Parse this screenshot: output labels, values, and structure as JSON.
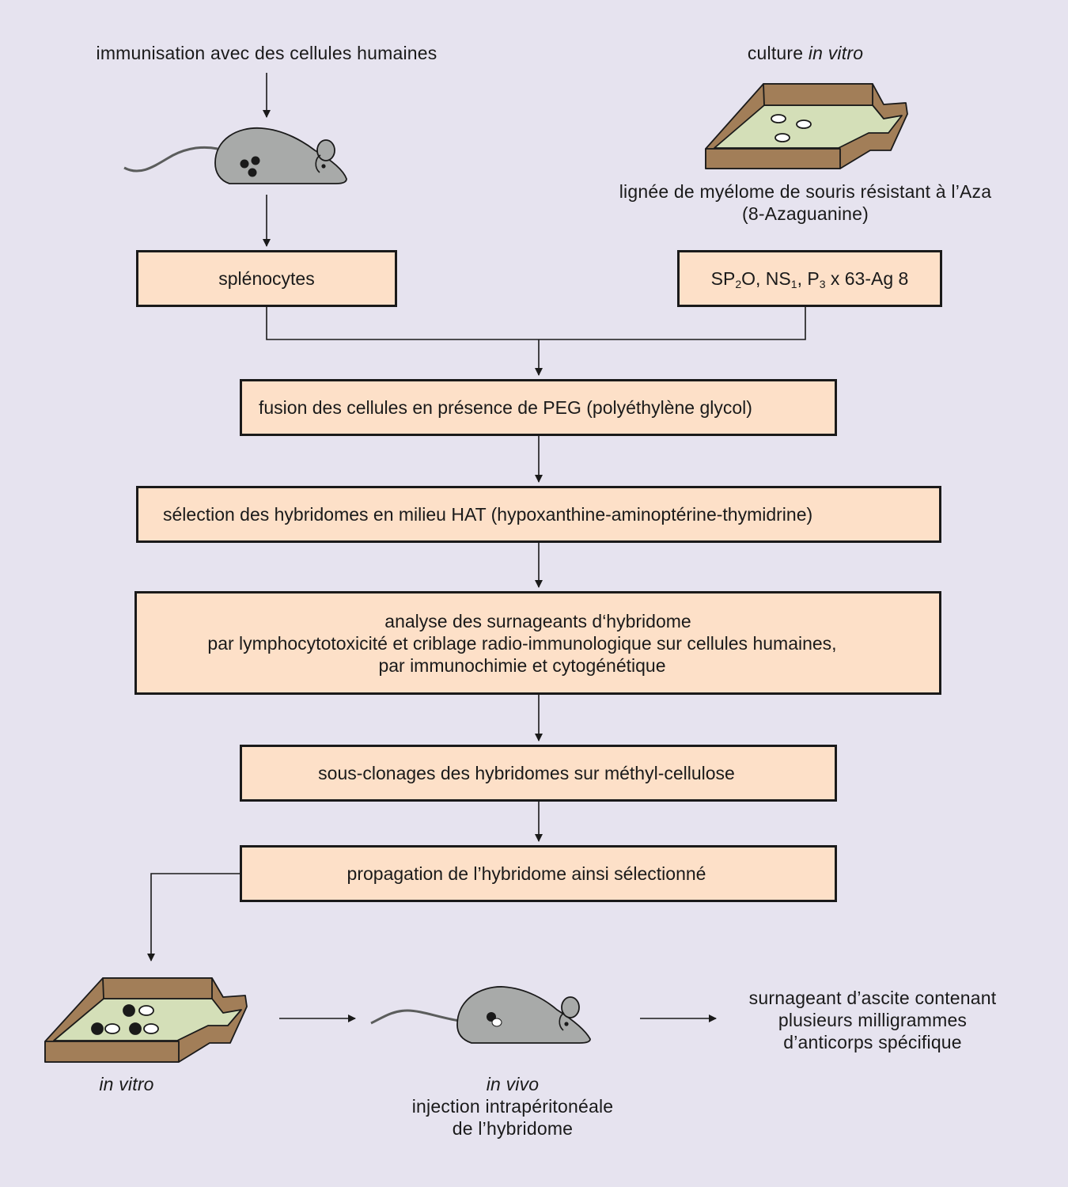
{
  "top_left": {
    "text": "immunisation avec des cellules humaines"
  },
  "top_right": {
    "prefix": "culture ",
    "italic": "in vitro"
  },
  "myeloma": {
    "line1": "lignée de myélome de souris résistant à l’Aza",
    "line2": "(8-Azaguanine)"
  },
  "boxes": {
    "splenocytes": "splénocytes",
    "cell_lines": {
      "sp": "SP",
      "sp_sub": "2",
      "sp_rest": "O, NS",
      "ns_sub": "1",
      "p": ", P",
      "p_sub": "3",
      "rest": " x 63-Ag 8"
    },
    "fusion": "fusion des cellules en présence de PEG (polyéthylène glycol)",
    "selection": "sélection des hybridomes en milieu HAT (hypoxanthine-aminoptérine-thymidrine)",
    "analysis": {
      "line1": "analyse des  surnageants d‘hybridome",
      "line2": "par lymphocytotoxicité et criblage radio-immunologique sur cellules humaines,",
      "line3": "par immunochimie et cytogénétique"
    },
    "subcloning": "sous-clonages des hybridomes sur méthyl-cellulose",
    "propagation": "propagation de l’hybridome ainsi sélectionné"
  },
  "bottom": {
    "in_vitro": "in vitro",
    "in_vivo": "in vivo",
    "injection_line1": "injection intrapéritonéale",
    "injection_line2": "de l’hybridome",
    "result_line1": "surnageant d’ascite contenant",
    "result_line2": "plusieurs milligrammes",
    "result_line3": "d’anticorps spécifique"
  },
  "colors": {
    "background": "#e6e3ef",
    "box_fill": "#fde0c8",
    "tray_wood": "#a27e58",
    "tray_floor": "#d4dfb8",
    "mouse": "#a8aaa9"
  }
}
